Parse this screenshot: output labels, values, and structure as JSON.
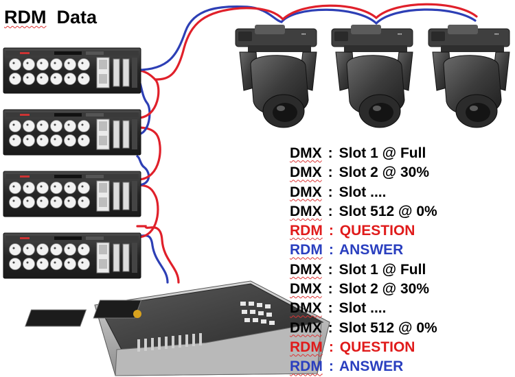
{
  "title": {
    "word1": "RDM",
    "word2": "Data"
  },
  "colors": {
    "dmx": "#000000",
    "rdm_question": "#e01b1b",
    "rdm_answer": "#2a3fbf",
    "cable_red": "#e0202a",
    "cable_blue": "#2d3fb5"
  },
  "messages": [
    {
      "protocol": "DMX",
      "separator": ":",
      "text": "Slot 1 @ Full",
      "color": "#000000"
    },
    {
      "protocol": "DMX",
      "separator": ":",
      "text": "Slot 2 @ 30%",
      "color": "#000000"
    },
    {
      "protocol": "DMX",
      "separator": ":",
      "text": "Slot ....",
      "color": "#000000"
    },
    {
      "protocol": "DMX",
      "separator": ":",
      "text": "Slot 512 @ 0%",
      "color": "#000000"
    },
    {
      "protocol": "RDM",
      "separator": ":",
      "text": "QUESTION",
      "color": "#e01b1b"
    },
    {
      "protocol": "RDM",
      "separator": ":",
      "text": "ANSWER",
      "color": "#2a3fbf"
    },
    {
      "protocol": "DMX",
      "separator": ":",
      "text": "Slot 1 @ Full",
      "color": "#000000"
    },
    {
      "protocol": "DMX",
      "separator": ":",
      "text": "Slot 2 @ 30%",
      "color": "#000000"
    },
    {
      "protocol": "DMX",
      "separator": ":",
      "text": "Slot ....",
      "color": "#000000"
    },
    {
      "protocol": "DMX",
      "separator": ":",
      "text": "Slot 512 @ 0%",
      "color": "#000000"
    },
    {
      "protocol": "RDM",
      "separator": ":",
      "text": "QUESTION",
      "color": "#e01b1b"
    },
    {
      "protocol": "RDM",
      "separator": ":",
      "text": "ANSWER",
      "color": "#2a3fbf"
    }
  ],
  "dimmers": [
    {
      "id": "dimmer-1"
    },
    {
      "id": "dimmer-2"
    },
    {
      "id": "dimmer-3"
    },
    {
      "id": "dimmer-4"
    }
  ],
  "fixtures": [
    {
      "id": "moving-head-1"
    },
    {
      "id": "moving-head-2"
    },
    {
      "id": "moving-head-3"
    }
  ]
}
